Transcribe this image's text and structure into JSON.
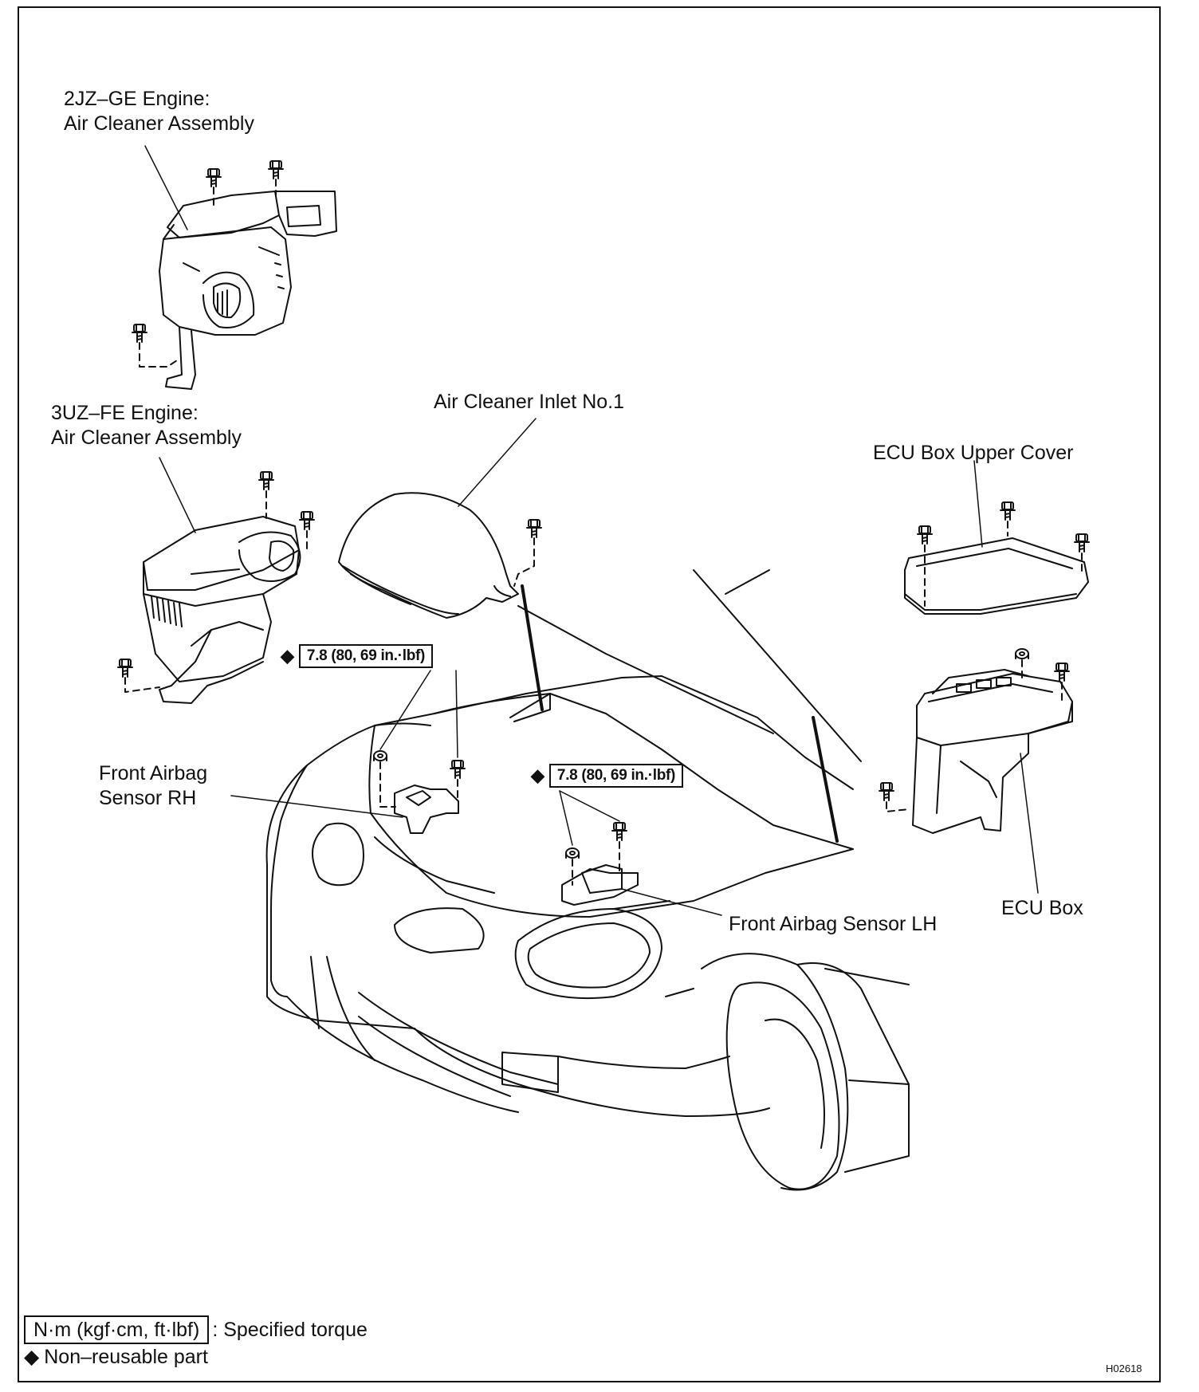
{
  "labels": {
    "jz_engine": [
      "2JZ–GE Engine:",
      "Air Cleaner Assembly"
    ],
    "uz_engine": [
      "3UZ–FE Engine:",
      "Air Cleaner Assembly"
    ],
    "air_inlet": "Air Cleaner Inlet No.1",
    "ecu_cover": "ECU Box Upper Cover",
    "front_rh": [
      "Front Airbag",
      "Sensor RH"
    ],
    "front_lh": "Front Airbag Sensor LH",
    "ecu_box": "ECU Box"
  },
  "torque": {
    "marker": "◆",
    "spec_rh": "7.8 (80, 69 in.·lbf)",
    "spec_lh": "7.8 (80, 69 in.·lbf)"
  },
  "legend": {
    "unit_box": "N·m (kgf·cm, ft·lbf)",
    "unit_text": ": Specified torque",
    "nonreusable_marker": "◆",
    "nonreusable_text": "Non–reusable part"
  },
  "figure_code": "H02618",
  "colors": {
    "line": "#111111",
    "background": "#ffffff"
  }
}
